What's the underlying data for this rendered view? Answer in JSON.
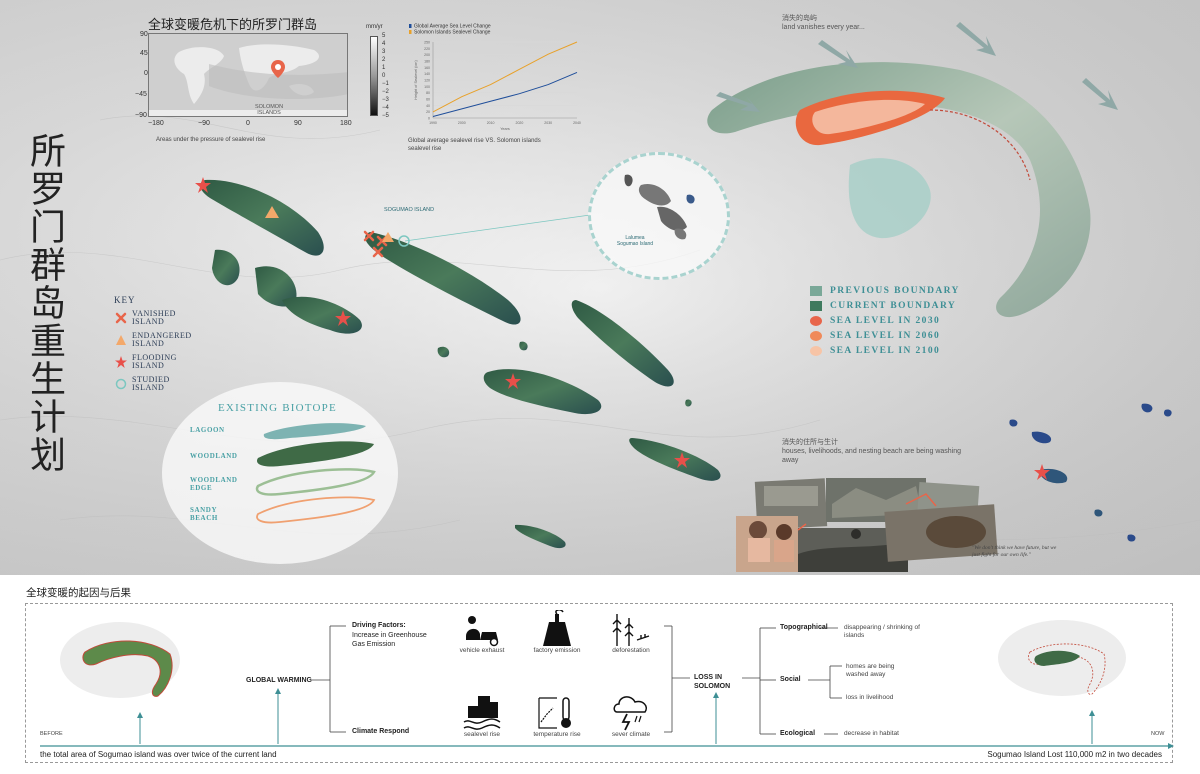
{
  "title_vertical": "所罗门群岛重生计划",
  "world_map": {
    "title": "全球变暖危机下的所罗门群岛",
    "caption": "Areas under the pressure of sealevel rise",
    "marker_label": "SOLOMON ISLANDS",
    "lat_ticks": [
      "90",
      "45",
      "0",
      "−45",
      "−90"
    ],
    "lon_ticks": [
      "−180",
      "−90",
      "0",
      "90",
      "180"
    ],
    "colorbar_unit": "mm/yr",
    "colorbar_ticks": [
      "5",
      "4",
      "3",
      "2",
      "1",
      "0",
      "−1",
      "−2",
      "−3",
      "−4",
      "−5"
    ]
  },
  "sealevel_chart": {
    "caption": "Global average sealevel rise VS. Solomon islands sealevel rise",
    "chart_data": {
      "type": "line",
      "x": [
        1990,
        2000,
        2010,
        2020,
        2030,
        2040
      ],
      "series": [
        {
          "name": "Global Average Sea Level Change",
          "color": "#1f4e9a",
          "values": [
            5,
            30,
            55,
            80,
            110,
            150
          ]
        },
        {
          "name": "Solomon Islands Sealevel Change",
          "color": "#e8a12a",
          "values": [
            20,
            70,
            110,
            160,
            210,
            250
          ]
        }
      ],
      "xlabel": "Years",
      "ylabel": "Height of Sealevel (cm)",
      "ylim": [
        0,
        250
      ],
      "yticks": [
        "250",
        "220",
        "200",
        "180",
        "160",
        "140",
        "120",
        "100",
        "80",
        "60",
        "40",
        "20",
        "0"
      ],
      "xticks": [
        "1990",
        "2000",
        "2010",
        "2020",
        "2030",
        "2040"
      ]
    }
  },
  "key": {
    "title": "KEY",
    "items": [
      {
        "label": "VANISHED ISLAND",
        "symbol": "cross",
        "color": "#e8654a"
      },
      {
        "label": "ENDANGERED ISLAND",
        "symbol": "triangle",
        "color": "#f3a86a"
      },
      {
        "label": "FLOODING ISLAND",
        "symbol": "star",
        "color": "#e8504a"
      },
      {
        "label": "STUDIED ISLAND",
        "symbol": "circle",
        "color": "#7cc7c0"
      }
    ]
  },
  "biotope": {
    "title": "EXISTING BIOTOPE",
    "items": [
      "LAGOON",
      "WOODLAND",
      "WOODLAND EDGE",
      "SANDY BEACH"
    ]
  },
  "sogumao": {
    "label": "SOGUMAO ISLAND",
    "zoom_label": "Lalumea Sogumao Island"
  },
  "top_right_note": {
    "zh": "消失的岛屿",
    "en": "land vanishes every year..."
  },
  "boundary_legend": [
    {
      "label": "PREVIOUS BOUNDARY",
      "color": "#7aa898"
    },
    {
      "label": "CURRENT BOUNDARY",
      "color": "#3f7a5e"
    },
    {
      "label": "SEA LEVEL IN 2030",
      "color": "#e8654a"
    },
    {
      "label": "SEA LEVEL IN 2060",
      "color": "#f08a5a"
    },
    {
      "label": "SEA LEVEL IN 2100",
      "color": "#f7c4a6"
    }
  ],
  "lower_right_note": {
    "zh": "消失的住所与生计",
    "en": "houses, livelihoods, and nesting beach are being washing away"
  },
  "quote": "\"We don't think we have future, but we just fight for our own life.\"",
  "bottom": {
    "title": "全球变暖的起因与后果",
    "before_label": "BEFORE",
    "now_label": "NOW",
    "before_caption": "the total area of Sogumao island was over twice of the current land",
    "now_caption": "Sogumao Island Lost 110,000 m2 in two decades",
    "global_warming": "GLOBAL WARMING",
    "driving_factors_title": "Driving Factors:",
    "driving_factors_text": "Increase in Greenhouse Gas Emission",
    "climate_respond": "Climate Respond",
    "icons_top": [
      "vehicle exhaust",
      "factory emission",
      "deforestation"
    ],
    "icons_bottom": [
      "sealevel rise",
      "temperature rise",
      "sever climate"
    ],
    "loss": "LOSS IN SOLOMON",
    "categories": [
      {
        "name": "Topographical",
        "items": [
          "disappearing / shrinking of islands"
        ]
      },
      {
        "name": "Social",
        "items": [
          "homes are being washed away",
          "loss in livelihood"
        ]
      },
      {
        "name": "Ecological",
        "items": [
          "decrease in habitat"
        ]
      }
    ]
  }
}
